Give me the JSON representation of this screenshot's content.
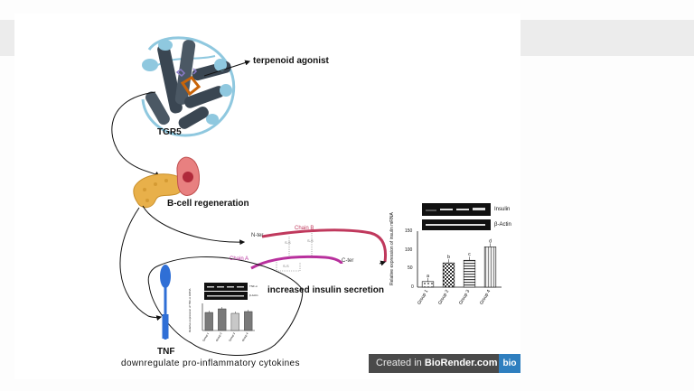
{
  "labels": {
    "agonist": "terpenoid agonist",
    "receptor": "TGR5",
    "regeneration": "B-cell regeneration",
    "secretion": "increased insulin secretion",
    "tnf": "TNF",
    "downregulate": "downregulate pro-inflammatory cytokines"
  },
  "insulin_chains": {
    "chain_b": "Chain B",
    "chain_a": "Chain A",
    "n_ter": "N-ter",
    "c_ter": "C-ter",
    "disulfide": "S-S"
  },
  "insulin_panel": {
    "gel_labels": [
      "Insulin",
      "β-Actin"
    ],
    "y_axis_title": "Relative expression of insulin mRNA",
    "y_ticks": [
      "150",
      "100",
      "50",
      "0"
    ],
    "letters": [
      "a",
      "b",
      "c",
      "d"
    ]
  },
  "tnf_panel": {
    "gel_labels": [
      "TNF-α",
      "β-Actin"
    ],
    "y_axis_title": "Relative expression of TNF-α mRNA"
  },
  "attribution": {
    "prefix": "Created in ",
    "brand": "BioRender.com",
    "logo": "bio"
  },
  "colors": {
    "chain_b": "#c0395d",
    "chain_a": "#b8309d",
    "tnf_receptor": "#2f6fd6",
    "pancreas": "#e8b04a",
    "cell": "#e07070",
    "protein": "#3a4652",
    "badge": "#4a4a4a"
  },
  "chart_data": [
    {
      "type": "bar",
      "categories": [
        "Group 1",
        "Group 2",
        "Group 3",
        "Group 4"
      ],
      "values": [
        15,
        65,
        72,
        108
      ],
      "ylim": [
        0,
        150
      ],
      "ylabel": "Relative expression of insulin mRNA",
      "annotations": [
        "a",
        "b",
        "c",
        "d"
      ],
      "patterns": [
        "dots",
        "checks",
        "lines",
        "vertical"
      ]
    },
    {
      "type": "bar",
      "categories": [
        "Group 1",
        "Group 2",
        "Group 3",
        "Group 4"
      ],
      "values": [
        1.0,
        1.2,
        0.95,
        1.05
      ],
      "ylim": [
        0,
        1.5
      ],
      "ylabel": "Relative expression of TNF-α mRNA"
    }
  ]
}
